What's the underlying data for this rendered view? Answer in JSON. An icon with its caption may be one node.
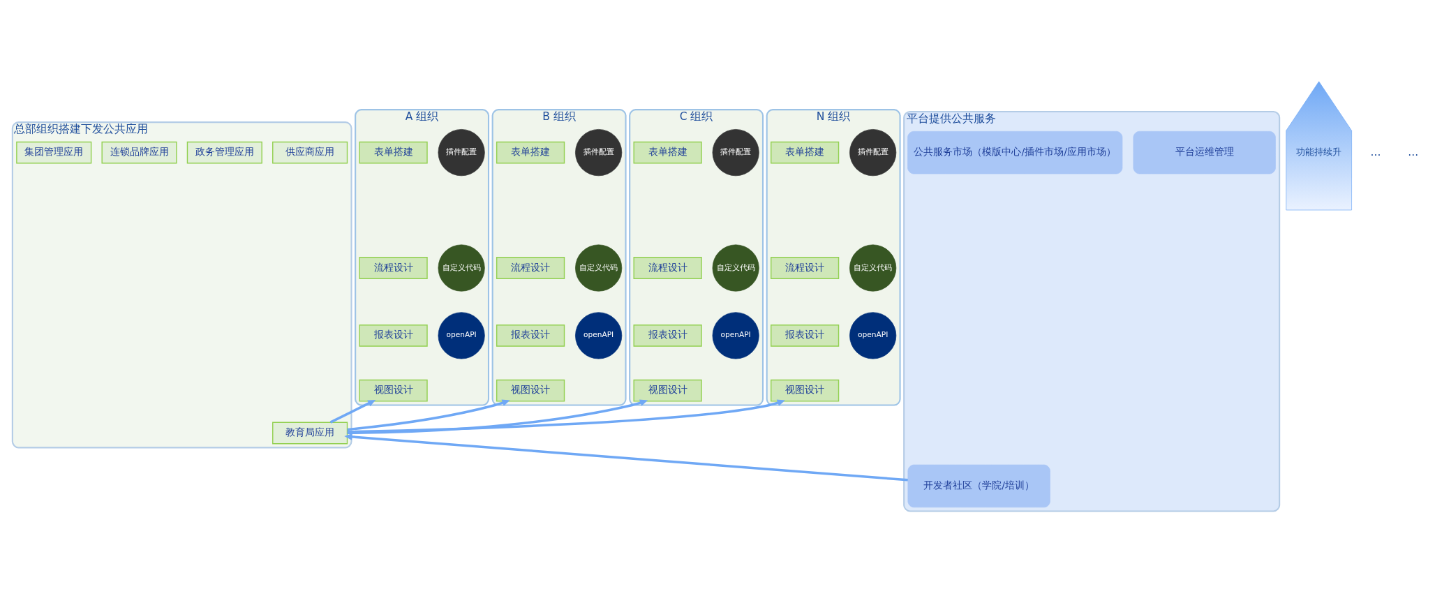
{
  "diagram": {
    "nodes": [
      {
        "text": [
          "A 组织"
        ]
      },
      {
        "text": [
          "表单搭建"
        ],
        "in": 0
      },
      {
        "text": [
          "流程设计"
        ],
        "in": 0
      },
      {
        "text": [
          "报表设计"
        ],
        "in": 0
      },
      {
        "text": [
          "视图设计"
        ],
        "in": 0
      },
      {
        "text": [
          "插件配置"
        ],
        "in": 0
      },
      {
        "text": [
          "自定义代码"
        ],
        "in": 0
      },
      {
        "text": [
          "openAPI"
        ],
        "in": 0
      },
      {
        "text": [
          "B 组织"
        ]
      },
      {
        "text": [
          "表单搭建"
        ],
        "in": 8
      },
      {
        "text": [
          "流程设计"
        ],
        "in": 8
      },
      {
        "text": [
          "报表设计"
        ],
        "in": 8
      },
      {
        "text": [
          "视图设计"
        ],
        "in": 8
      },
      {
        "text": [
          "插件配置"
        ],
        "in": 8
      },
      {
        "text": [
          "自定义代码"
        ],
        "in": 8
      },
      {
        "text": [
          "openAPI"
        ],
        "in": 8
      },
      {
        "text": [
          "C 组织"
        ]
      },
      {
        "text": [
          "表单搭建"
        ],
        "in": 16
      },
      {
        "text": [
          "流程设计"
        ],
        "in": 16
      },
      {
        "text": [
          "报表设计"
        ],
        "in": 16
      },
      {
        "text": [
          "视图设计"
        ],
        "in": 16
      },
      {
        "text": [
          "插件配置"
        ],
        "in": 16
      },
      {
        "text": [
          "自定义代码"
        ],
        "in": 16
      },
      {
        "text": [
          "openAPI"
        ],
        "in": 16
      },
      {
        "text": [
          "N 组织"
        ]
      },
      {
        "text": [
          "表单搭建"
        ],
        "in": 24
      },
      {
        "text": [
          "流程设计"
        ],
        "in": 24
      },
      {
        "text": [
          "报表设计"
        ],
        "in": 24
      },
      {
        "text": [
          "视图设计"
        ],
        "in": 24
      },
      {
        "text": [
          "插件配置"
        ],
        "in": 24
      },
      {
        "text": [
          "自定义代码"
        ],
        "in": 24
      },
      {
        "text": [
          "openAPI"
        ],
        "in": 24
      },
      {
        "text": [
          "总部组织搭建下发公共应用"
        ]
      },
      {
        "text": [
          "供应商应用"
        ],
        "in": 32
      },
      {
        "text": [
          "政务管理应用"
        ],
        "in": 32
      },
      {
        "text": [
          "教育局应用"
        ],
        "in": 32
      },
      {
        "text": [
          "连锁品牌应用"
        ],
        "in": 32
      },
      {
        "text": [
          "集团管理应用"
        ],
        "in": 32
      },
      {
        "text": [
          "平台提供公共服务"
        ]
      },
      {
        "text": [
          "平台运维管理"
        ],
        "in": 38
      },
      {
        "text": [
          "开发者社区（学院/培训）"
        ],
        "in": 38
      },
      {
        "text": [
          "公共服务市场（模版中心/插件市场/应用市场）"
        ],
        "in": 38
      },
      {
        "text": [
          "功能持续升"
        ]
      }
    ],
    "edges": [
      {
        "from": 32,
        "to": 0,
        "arrow": "to"
      },
      {
        "from": 32,
        "to": 8,
        "arrow": "to"
      },
      {
        "from": 32,
        "to": 16,
        "arrow": "to"
      },
      {
        "from": 32,
        "to": 24,
        "arrow": "to"
      },
      {
        "from": 38,
        "to": 32,
        "arrow": "to"
      }
    ],
    "labels": [
      "...",
      "..."
    ]
  }
}
